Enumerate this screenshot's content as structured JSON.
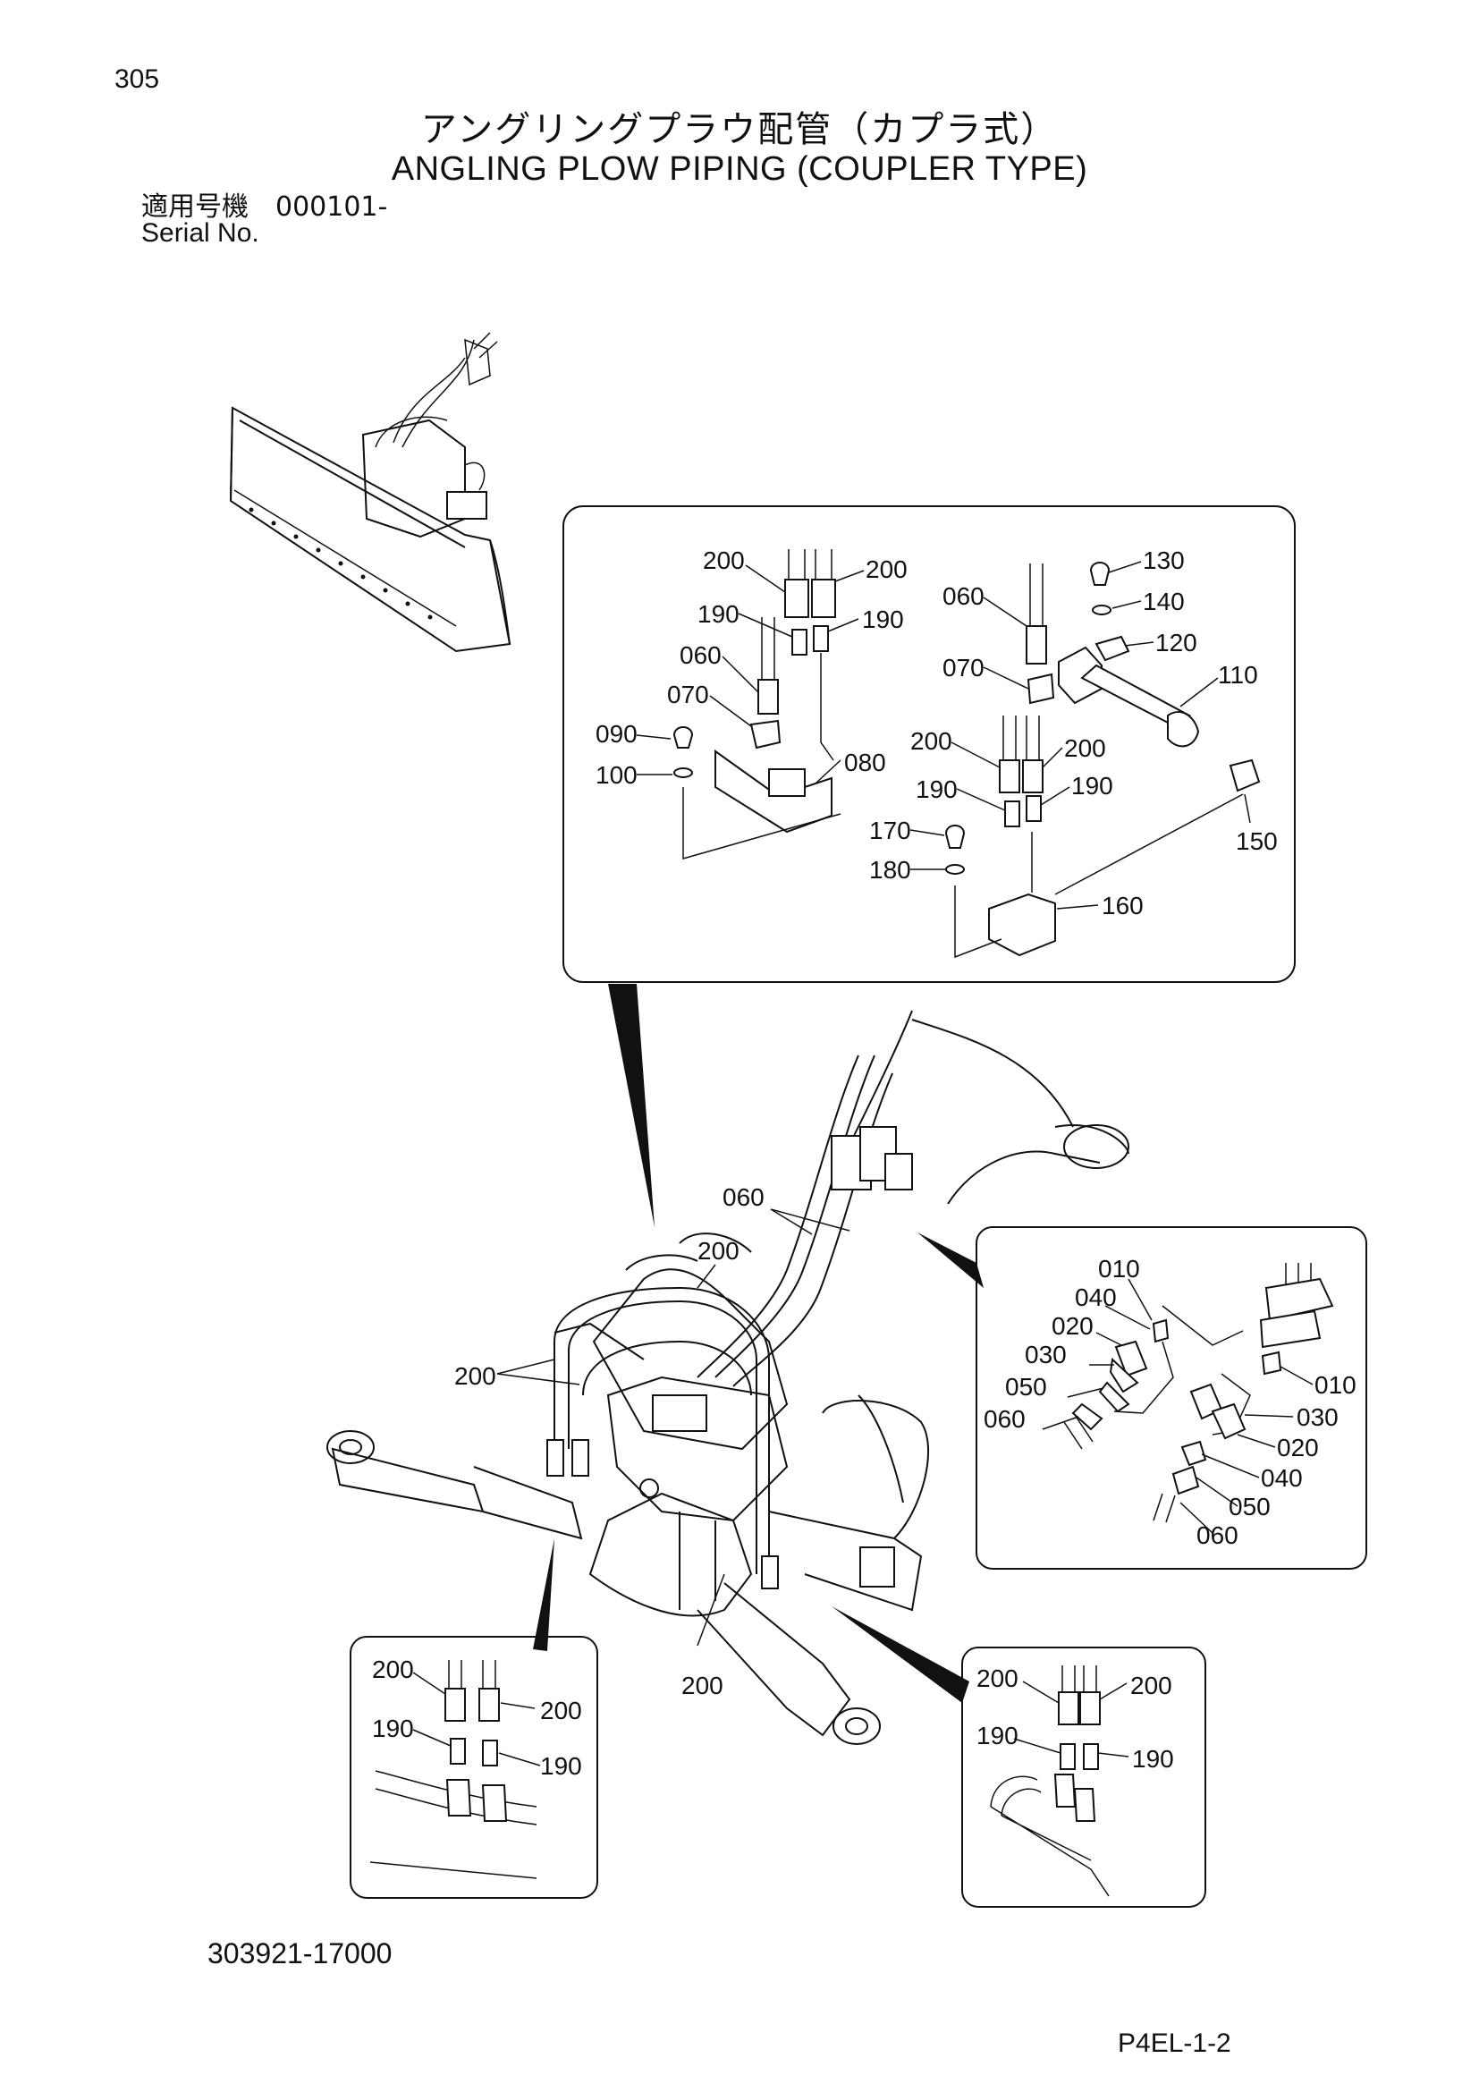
{
  "header": {
    "page_number": "305",
    "title_ja": "アングリングプラウ配管（カプラ式）",
    "title_en": "ANGLING PLOW PIPING (COUPLER TYPE)",
    "serial_ja": "適用号機　000101-",
    "serial_en": "Serial No."
  },
  "footer": {
    "drawing_number": "303921-17000",
    "sheet_code": "P4EL-1-2"
  },
  "callouts": {
    "top_detail": [
      "200",
      "200",
      "190",
      "190",
      "060",
      "070",
      "090",
      "100",
      "080",
      "060",
      "070",
      "130",
      "140",
      "120",
      "110",
      "200",
      "200",
      "190",
      "190",
      "170",
      "180",
      "150",
      "160"
    ],
    "coupler_detail": [
      "010",
      "040",
      "020",
      "030",
      "050",
      "060",
      "010",
      "030",
      "020",
      "040",
      "050",
      "060"
    ],
    "main_view": [
      "060",
      "200",
      "200",
      "200"
    ],
    "lower_left_detail": [
      "200",
      "200",
      "190",
      "190"
    ],
    "lower_right_detail": [
      "200",
      "200",
      "190",
      "190"
    ]
  }
}
